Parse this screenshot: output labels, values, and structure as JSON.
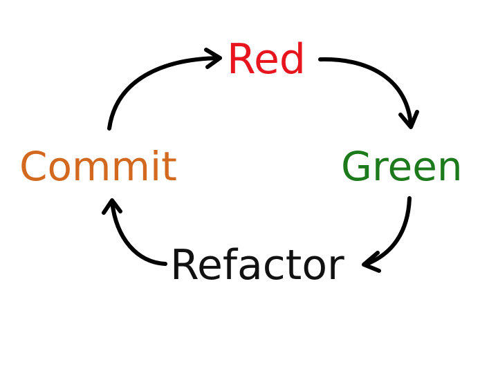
{
  "cycle": {
    "red": {
      "label": "Red",
      "color": "#e8141e"
    },
    "green": {
      "label": "Green",
      "color": "#1c7a1c"
    },
    "refactor": {
      "label": "Refactor",
      "color": "#111111"
    },
    "commit": {
      "label": "Commit",
      "color": "#d2691e"
    }
  },
  "arrows": {
    "color": "#000000",
    "direction": "clockwise"
  }
}
